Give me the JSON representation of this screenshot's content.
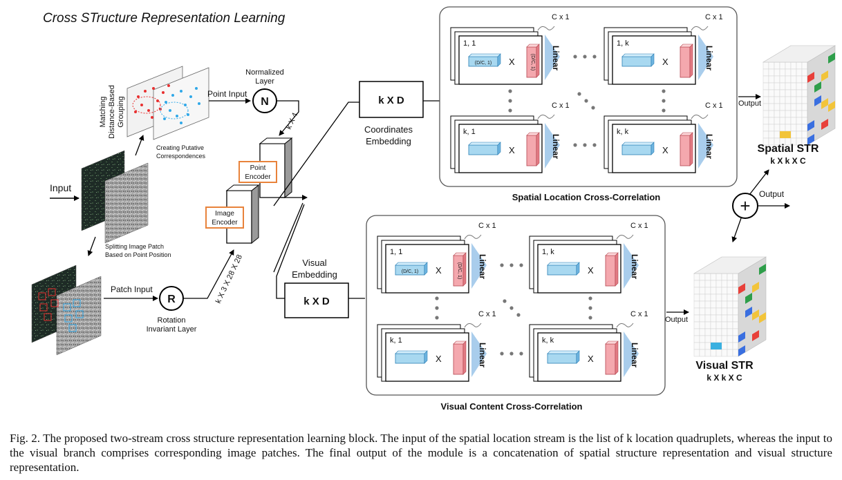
{
  "title": "Cross STructure Representation Learning",
  "input_label": "Input",
  "grouping_label_line1": "Matching",
  "grouping_label_line2": "Distance-Based",
  "grouping_label_line3": "Grouping",
  "putative_line1": "Creating Putative",
  "putative_line2": "Correspondences",
  "split_line1": "Splitting Image Patch",
  "split_line2": "Based on Point Position",
  "point_input": "Point Input",
  "patch_input": "Patch Input",
  "normalized_line1": "Normalized",
  "normalized_line2": "Layer",
  "node_n": "N",
  "node_r": "R",
  "rotation_line1": "Rotation",
  "rotation_line2": "Invariant Layer",
  "dim_k_x_4": "k X 4",
  "dim_patch": "k X 3 X 28 X 28",
  "point_encoder_line1": "Point",
  "point_encoder_line2": "Encoder",
  "image_encoder_line1": "Image",
  "image_encoder_line2": "Encoder",
  "kxd": "k X D",
  "coord_embed_line1": "Coordinates",
  "coord_embed_line2": "Embedding",
  "visual_embed_line1": "Visual",
  "visual_embed_line2": "Embedding",
  "spatial_panel_title": "Spatial Location Cross-Correlation",
  "visual_panel_title": "Visual Content Cross-Correlation",
  "cell_labels": [
    "1, 1",
    "1, k",
    "k, 1",
    "k, k"
  ],
  "vec_label": "(D/C, 1)",
  "multiply": "X",
  "linear": "Linear",
  "cx1": "C x 1",
  "output": "Output",
  "plus": "+",
  "spatial_str": "Spatial STR",
  "visual_str": "Visual STR",
  "str_dim": "k X k X C",
  "caption": "Fig. 2.  The proposed two-stream cross structure representation learning block. The input of the spatial location stream is the list of k location quadruplets, whereas the input to the visual branch comprises corresponding image patches. The final output of the module is a concatenation of spatial structure representation and visual structure representation.",
  "colors": {
    "vector_blue": "#a8d8f0",
    "vector_red": "#f4a8ae",
    "linear_blue": "#a9cdec",
    "encoder_orange": "#e8823a",
    "point_red": "#e83030",
    "point_blue": "#30a8e8"
  }
}
